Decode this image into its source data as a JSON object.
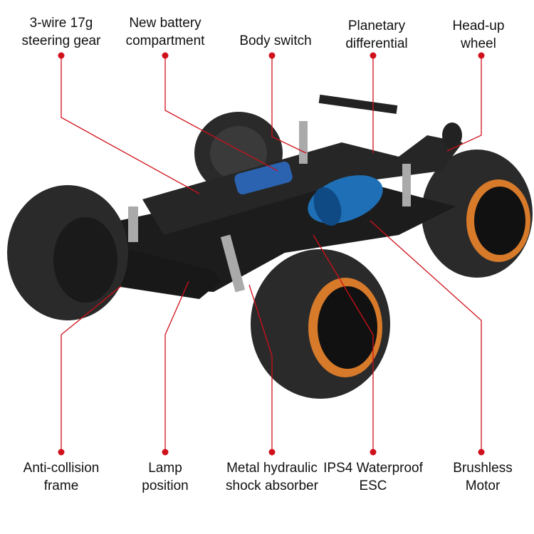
{
  "labels_top": [
    {
      "line1": "3-wire 17g",
      "line2": "steering gear"
    },
    {
      "line1": "New battery",
      "line2": "compartment"
    },
    {
      "line1": "Body switch",
      "line2": ""
    },
    {
      "line1": "Planetary",
      "line2": "differential"
    },
    {
      "line1": "Head-up",
      "line2": "wheel"
    }
  ],
  "labels_bottom": [
    {
      "line1": "Anti-collision",
      "line2": "frame"
    },
    {
      "line1": "Lamp",
      "line2": "position"
    },
    {
      "line1": "Metal hydraulic",
      "line2": "shock absorber"
    },
    {
      "line1": "IPS4 Waterproof",
      "line2": "ESC"
    },
    {
      "line1": "Brushless",
      "line2": "Motor"
    }
  ],
  "colors": {
    "leader": "#d0101a",
    "tire": "#2a2a2a",
    "rim": "#d77a2a",
    "motor": "#1e6fb5",
    "chassis": "#1c1c1c"
  }
}
